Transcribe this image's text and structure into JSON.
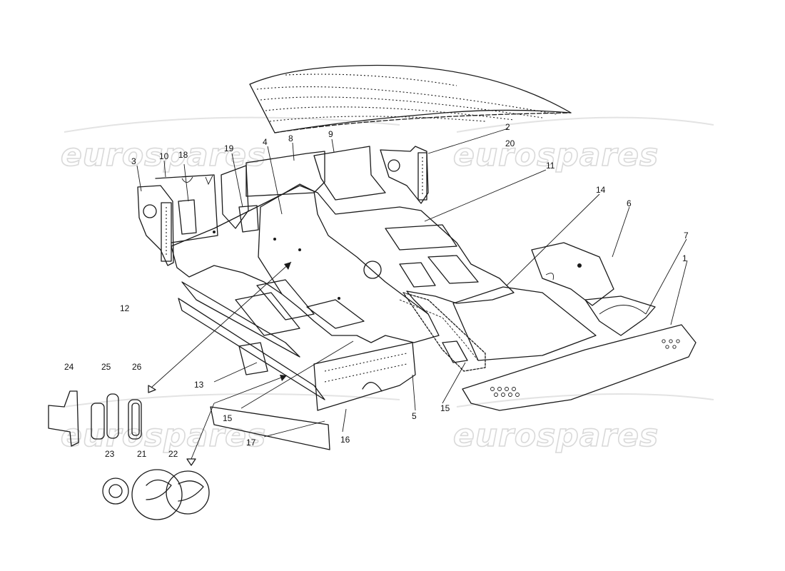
{
  "watermark": {
    "text": "eurospares",
    "color": "#d9d9d9"
  },
  "diagram": {
    "type": "exploded-parts-diagram",
    "callouts": [
      "1",
      "2",
      "3",
      "4",
      "5",
      "6",
      "7",
      "8",
      "9",
      "10",
      "11",
      "12",
      "13",
      "14",
      "15",
      "15",
      "16",
      "17",
      "18",
      "19",
      "20",
      "21",
      "22",
      "23",
      "24",
      "25",
      "26"
    ]
  },
  "colors": {
    "ink": "#1a1a1a",
    "paper": "#ffffff"
  }
}
